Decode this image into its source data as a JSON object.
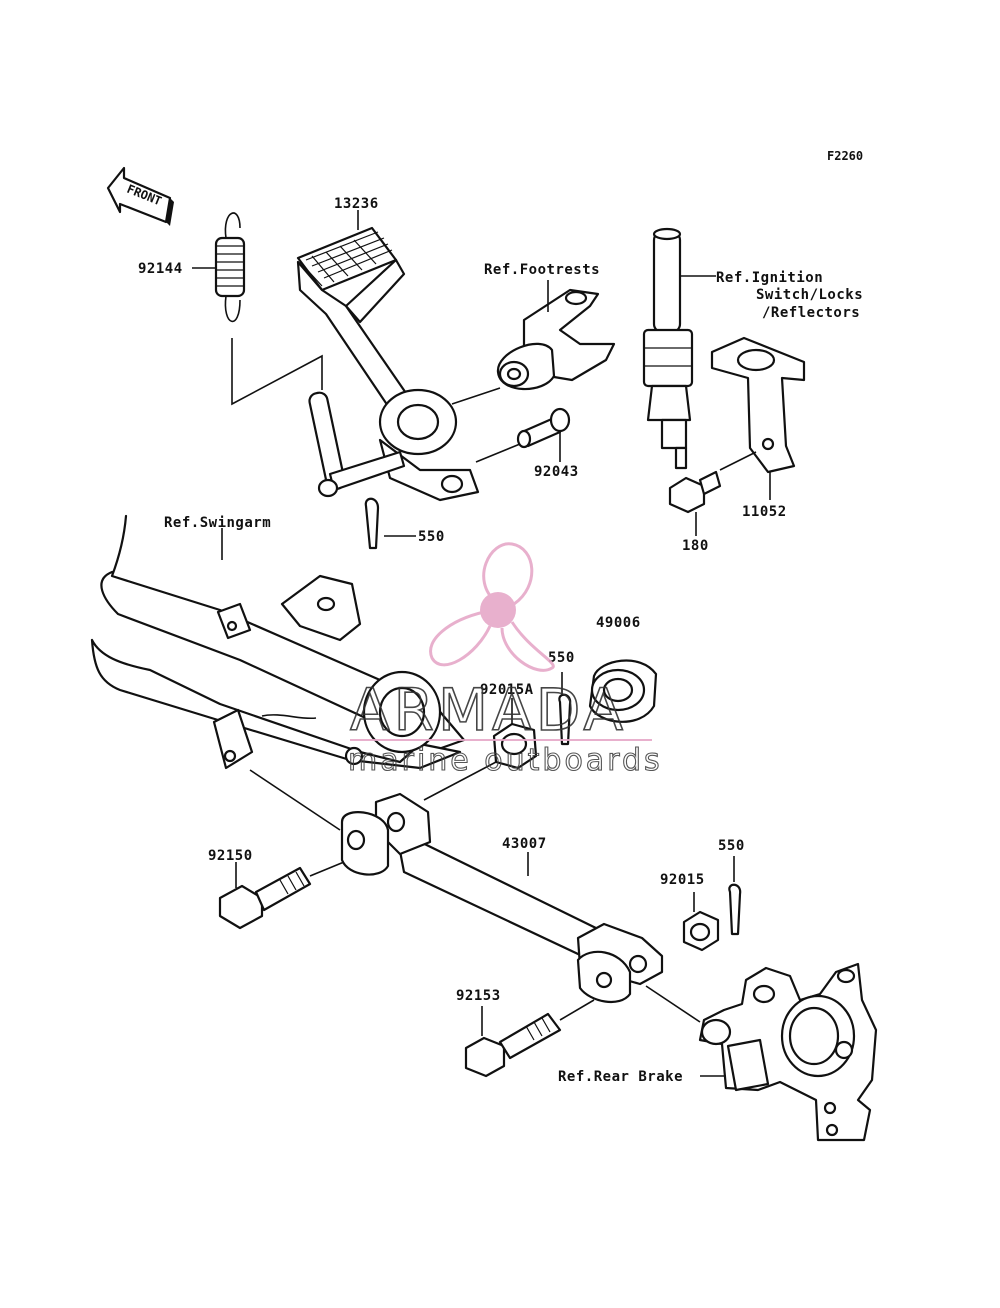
{
  "diagram_code": "F2260",
  "front_label": "FRONT",
  "labels": {
    "spring": "92144",
    "pedal": "13236",
    "footrests": "Ref.Footrests",
    "ignition_line1": "Ref.Ignition",
    "ignition_line2": "Switch/Locks",
    "ignition_line3": "/Reflectors",
    "pin": "92043",
    "cotter_top": "550",
    "bracket": "11052",
    "bolt_180": "180",
    "swingarm": "Ref.Swingarm",
    "bushing": "49006",
    "cotter_mid": "550",
    "nut_a": "92015A",
    "rod": "43007",
    "bolt_92150": "92150",
    "cotter_right": "550",
    "nut_b": "92015",
    "bolt_92153": "92153",
    "rear_brake": "Ref.Rear Brake"
  },
  "watermark": {
    "brand": "ARMADA",
    "tagline": "marine outboards",
    "color": "#e6a8c8"
  }
}
